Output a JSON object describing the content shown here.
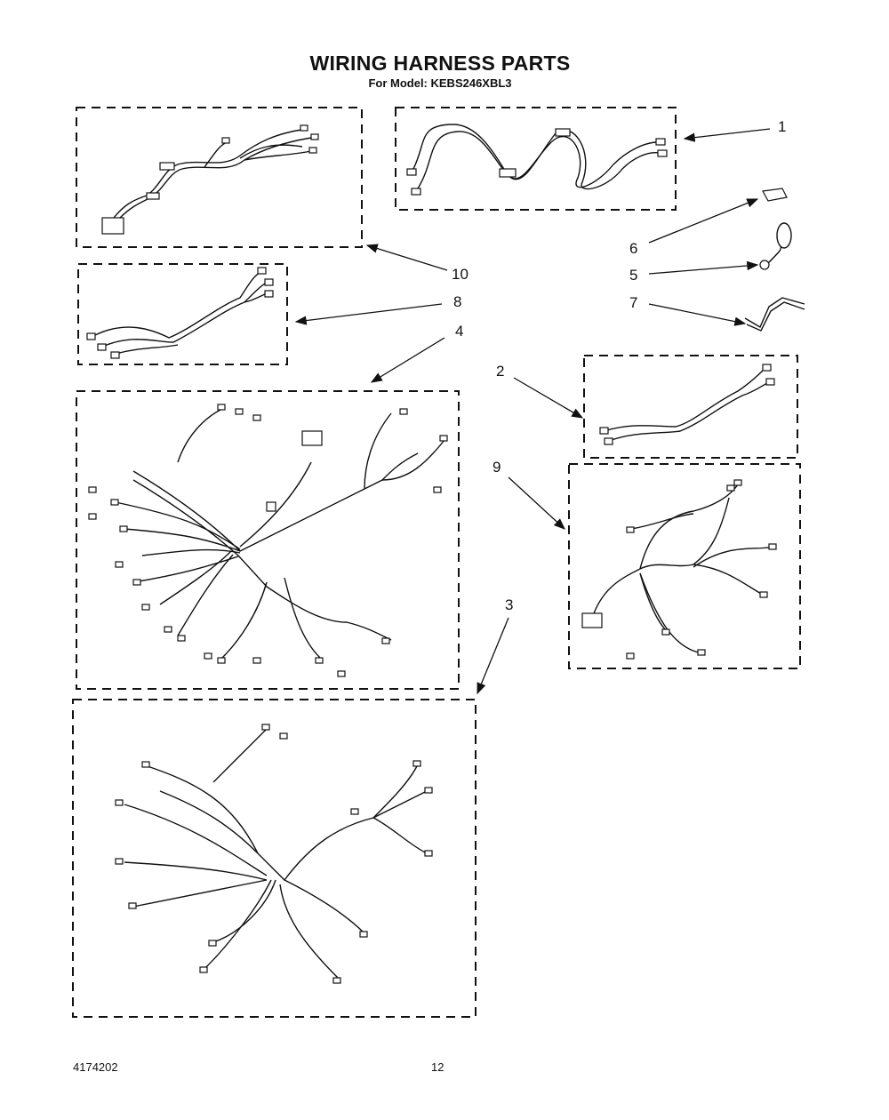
{
  "header": {
    "title": "WIRING HARNESS PARTS",
    "subtitle": "For Model: KEBS246XBL3"
  },
  "callouts": {
    "c1": "1",
    "c2": "2",
    "c3": "3",
    "c4": "4",
    "c5": "5",
    "c6": "6",
    "c7": "7",
    "c8": "8",
    "c9": "9",
    "c10": "10"
  },
  "footer": {
    "doc_number": "4174202",
    "page_number": "12"
  }
}
